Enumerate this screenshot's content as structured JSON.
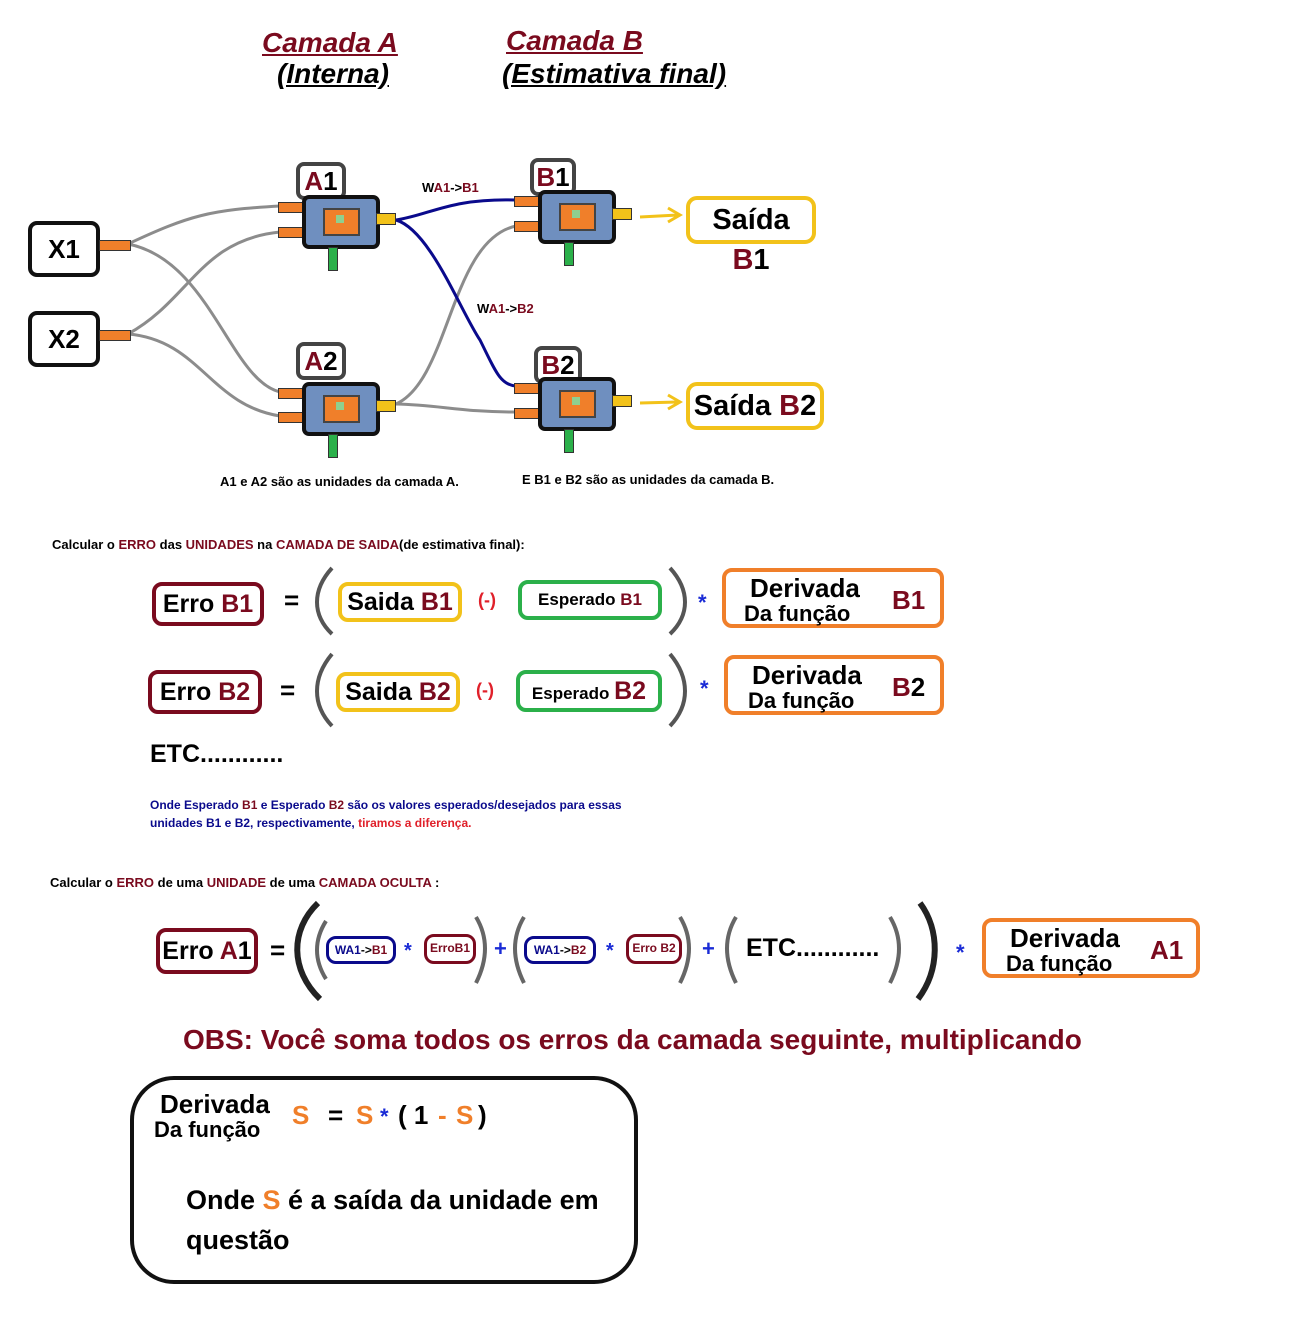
{
  "header": {
    "layer_a_title": "Camada A",
    "layer_a_sub": "(Interna)",
    "layer_b_title": "Camada B",
    "layer_b_sub": "(Estimativa final)"
  },
  "network": {
    "inputs": [
      "X1",
      "X2"
    ],
    "units": {
      "a1": {
        "letter": "A",
        "num": "1"
      },
      "a2": {
        "letter": "A",
        "num": "2"
      },
      "b1": {
        "letter": "B",
        "num": "1"
      },
      "b2": {
        "letter": "B",
        "num": "2"
      }
    },
    "outputs": {
      "b1": {
        "prefix": "Saída",
        "letter": "B",
        "num": "1"
      },
      "b2": {
        "prefix": "Saída",
        "letter": "B",
        "num": "2"
      }
    },
    "weight_labels": {
      "w_a1_b1": {
        "pre": "W",
        "a": "A1",
        "arrow": "->",
        "b": "B1"
      },
      "w_a1_b2": {
        "pre": "W",
        "a": "A1",
        "arrow": "->",
        "b": "B2"
      }
    },
    "caption_a": "A1 e A2 são as unidades da camada A.",
    "caption_b": "E B1 e B2 são as unidades da camada B."
  },
  "output_error": {
    "instruction": {
      "t1": "Calcular  o ",
      "t2": "ERRO",
      "t3": " das ",
      "t4": "UNIDADES",
      "t5": " na ",
      "t6": "CAMADA DE SAIDA",
      "t7": "(de estimativa final):"
    },
    "row1": {
      "err_prefix": "Erro ",
      "err_unit": "B1",
      "eq": "=",
      "out_prefix": "Saida ",
      "out_unit": "B1",
      "minus": "(-)",
      "exp_prefix": "Esperado ",
      "exp_unit": "B1",
      "times": "*",
      "deriv_line1": "Derivada",
      "deriv_line2": "Da função",
      "deriv_letter": "B",
      "deriv_num": "1"
    },
    "row2": {
      "err_prefix": "Erro ",
      "err_unit": "B2",
      "eq": "=",
      "out_prefix": "Saida ",
      "out_unit": "B2",
      "minus": "(-)",
      "exp_prefix": "Esperado ",
      "exp_unit": "B2",
      "times": "*",
      "deriv_line1": "Derivada",
      "deriv_line2": "Da função",
      "deriv_letter": "B",
      "deriv_num": "2"
    },
    "etc": "ETC............",
    "note": {
      "n1": "Onde Esperado ",
      "n2": "B1",
      "n3": " e Esperado ",
      "n4": "B2",
      "n5": " são os valores esperados/desejados para essas",
      "n6": "unidades B1 e B2",
      "n7": ", respectivamente, ",
      "n8": "tiramos a diferença."
    }
  },
  "hidden_error": {
    "instruction": {
      "t1": "Calcular o ",
      "t2": "ERRO",
      "t3": " de uma ",
      "t4": "UNIDADE",
      "t5": " de uma ",
      "t6": "CAMADA OCULTA",
      "t7": " :"
    },
    "err_prefix": "Erro ",
    "err_letter": "A",
    "err_num": "1",
    "eq": "=",
    "term1": {
      "w_pre": "W",
      "w_a": "A1",
      "w_arrow": "->",
      "w_b": "B1",
      "times": "*",
      "err": "ErroB1"
    },
    "plus1": "+",
    "term2": {
      "w_pre": "W",
      "w_a": "A1",
      "w_arrow": "->",
      "w_b": "B2",
      "times": "*",
      "err": "Erro B2"
    },
    "plus2": "+",
    "etc": "ETC............",
    "times": "*",
    "deriv_line1": "Derivada",
    "deriv_line2": "Da função",
    "deriv_unit": "A1"
  },
  "obs": "OBS: Você soma todos os erros da camada seguinte, multiplicando",
  "formula": {
    "deriv_line1": "Derivada",
    "deriv_line2": "Da função",
    "s": "S",
    "eq": "=",
    "times": "*",
    "open": "( 1",
    "minus": "-",
    "close": ")",
    "where_pre": "Onde ",
    "where_s": "S",
    "where_post": " é a saída da unidade em questão"
  },
  "colors": {
    "dark_red": "#7a0a1e",
    "orange": "#f07f2a",
    "yellow": "#f2c21a",
    "green": "#2bb04a",
    "blue": "#0a0a8c",
    "red": "#e0202a",
    "unit_body": "#6f8fbf",
    "chip": "#f07f2a"
  },
  "icons": [
    "neuron-chip-icon",
    "input-connector-icon",
    "output-connector-icon",
    "arrow-right-icon",
    "bracket-icon"
  ]
}
